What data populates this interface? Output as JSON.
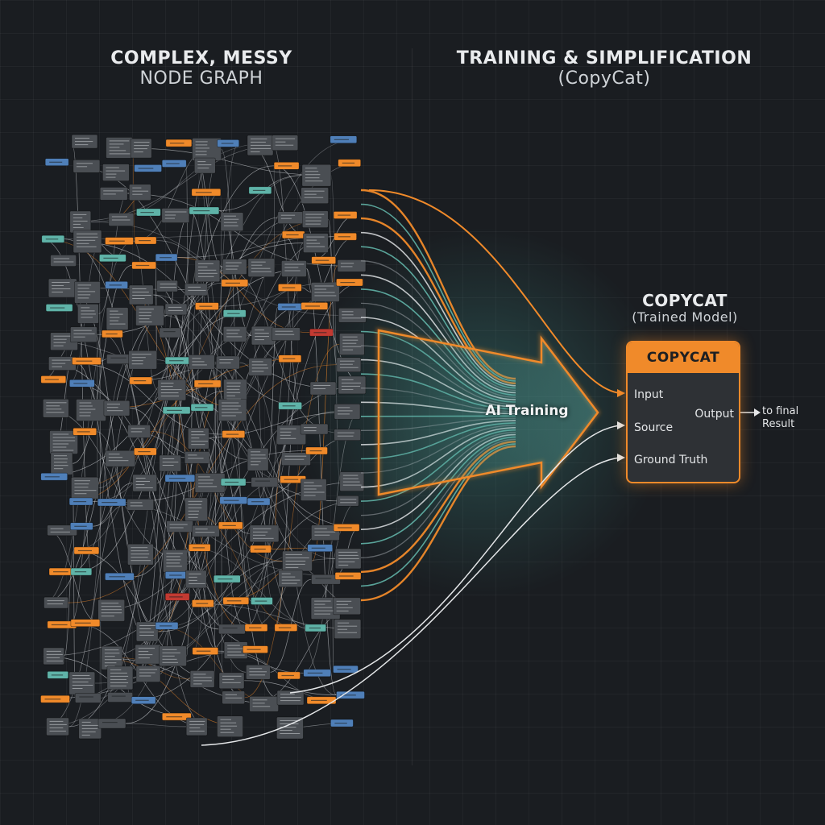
{
  "left_panel": {
    "title_bold": "COMPLEX, MESSY",
    "title_light": "NODE GRAPH"
  },
  "right_panel": {
    "title_bold": "TRAINING & SIMPLIFICATION",
    "title_light": "(CopyCat)"
  },
  "model_caption": {
    "title_bold": "COPYCAT",
    "title_light": "(Trained Model)"
  },
  "flow": {
    "label": "AI Training"
  },
  "copycat_node": {
    "title": "COPYCAT",
    "inputs": [
      "Input",
      "Source",
      "Ground Truth"
    ],
    "output": "Output"
  },
  "output_target": {
    "line1": "to final",
    "line2": "Result"
  },
  "colors": {
    "background": "#1a1d21",
    "accent_orange": "#f08a2a",
    "teal": "#5fb3a8",
    "blue": "#4f7fb8",
    "node_gray": "#4a4e53",
    "node_red": "#c23a32",
    "line_gray": "#c9ccd0"
  }
}
